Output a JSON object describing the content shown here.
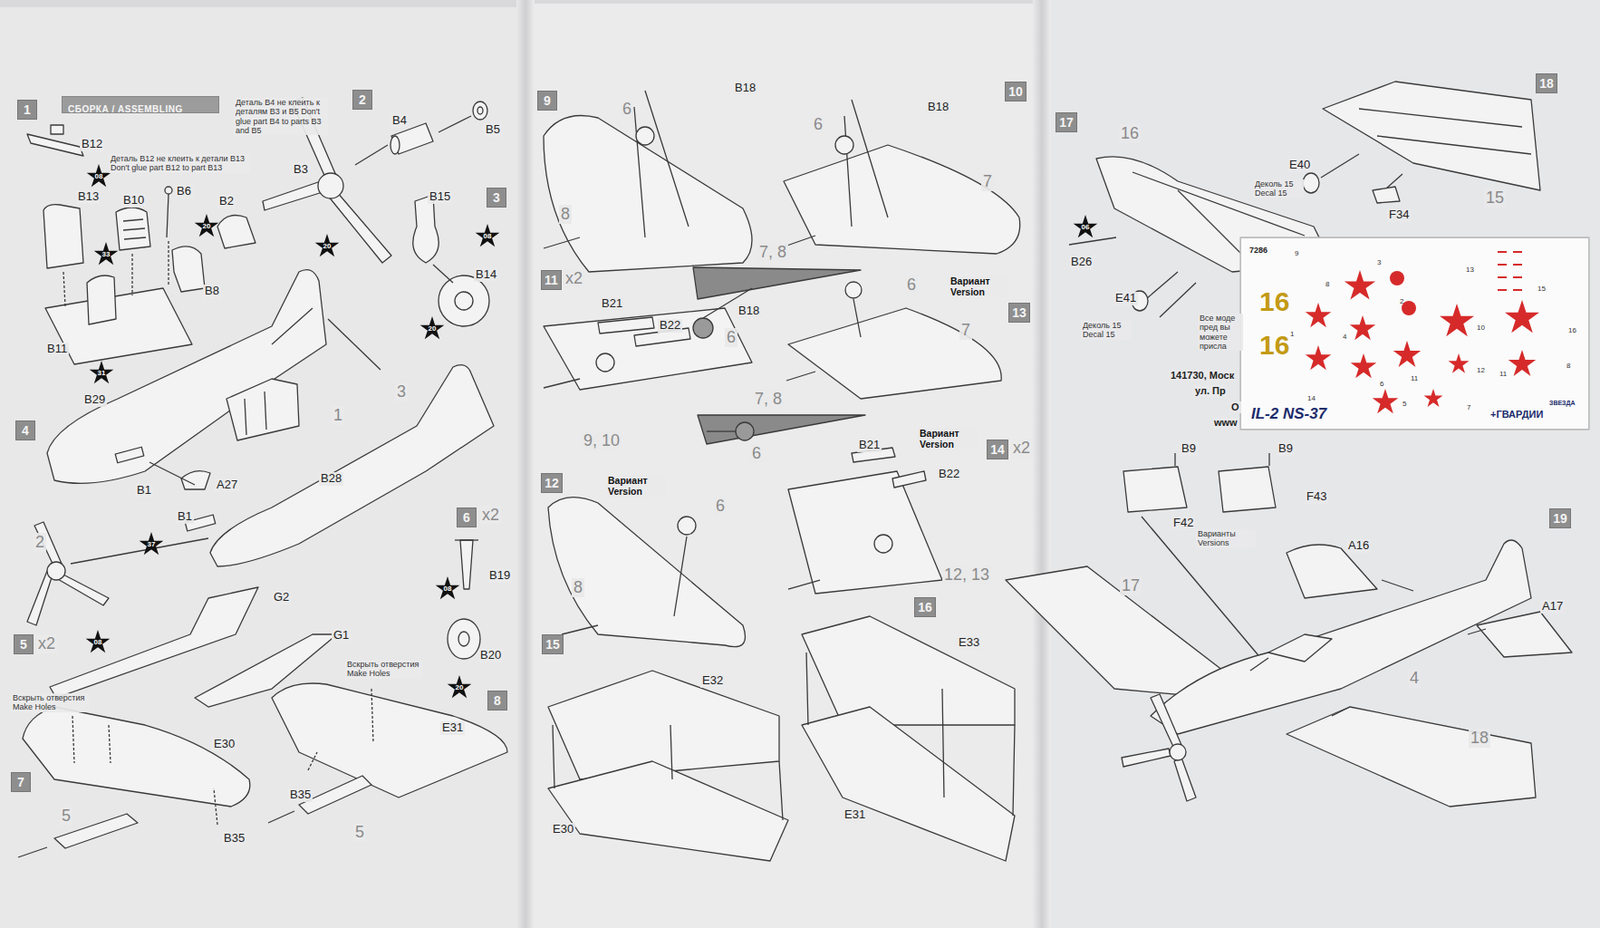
{
  "diagram": {
    "nodes": [
      {
        "text": [
          "СБОРКА / ASSEMBLING"
        ]
      },
      {
        "text": [
          "1"
        ]
      },
      {
        "text": [
          "2"
        ]
      },
      {
        "text": [
          "3"
        ]
      },
      {
        "text": [
          "4"
        ]
      },
      {
        "text": [
          "5"
        ]
      },
      {
        "text": [
          "6"
        ]
      },
      {
        "text": [
          "7"
        ]
      },
      {
        "text": [
          "8"
        ]
      },
      {
        "text": [
          "9"
        ]
      },
      {
        "text": [
          "10"
        ]
      },
      {
        "text": [
          "11"
        ]
      },
      {
        "text": [
          "12"
        ]
      },
      {
        "text": [
          "13"
        ]
      },
      {
        "text": [
          "14"
        ]
      },
      {
        "text": [
          "15"
        ]
      },
      {
        "text": [
          "16"
        ]
      },
      {
        "text": [
          "17"
        ]
      },
      {
        "text": [
          "18"
        ]
      },
      {
        "text": [
          "19"
        ]
      },
      {
        "text": [
          "08"
        ]
      },
      {
        "text": [
          "33"
        ]
      },
      {
        "text": [
          "20"
        ]
      },
      {
        "text": [
          "31"
        ]
      },
      {
        "text": [
          "20"
        ]
      },
      {
        "text": [
          "08"
        ]
      },
      {
        "text": [
          "20"
        ]
      },
      {
        "text": [
          "37"
        ]
      },
      {
        "text": [
          "08"
        ]
      },
      {
        "text": [
          "08"
        ]
      },
      {
        "text": [
          "20"
        ]
      },
      {
        "text": [
          "06"
        ]
      },
      {
        "text": [
          "7286",
          "9",
          "13",
          "16",
          "16",
          "8",
          "3",
          "2",
          "1",
          "4",
          "5",
          "6",
          "11",
          "12",
          "7",
          "14",
          "10",
          "15",
          "16",
          "8",
          "11",
          "IL-2 NS-37",
          "+ГВАРДИИ",
          "ЗВЕЗДА"
        ]
      }
    ],
    "labels": [
      "B12",
      "Деталь B12 не клеить к детали B13 Don't glue part B12 to part B13",
      "Деталь B4 не клеить к деталям B3 и B5 Don't glue part B4 to parts B3 and B5",
      "B13",
      "B10",
      "B6",
      "B2",
      "B8",
      "B11",
      "B4",
      "B5",
      "B3",
      "B15",
      "B14",
      "B29",
      "B1",
      "A27",
      "B1",
      "B28",
      "1",
      "3",
      "2",
      "x2",
      "B19",
      "B20",
      "x2",
      "G2",
      "G1",
      "Вскрыть отверстия Make Holes",
      "E30",
      "B35",
      "5",
      "Вскрыть отверстия Make Holes",
      "E31",
      "B35",
      "5",
      "B18",
      "6",
      "8",
      "B18",
      "6",
      "7",
      "x2",
      "7, 8",
      "B21",
      "B22",
      "B18",
      "6",
      "6",
      "Вариант Version",
      "7",
      "7, 8",
      "6",
      "9, 10",
      "Вариант Version",
      "B21",
      "B22",
      "x2",
      "Вариант Version",
      "6",
      "8",
      "12, 13",
      "E32",
      "E30",
      "E33",
      "E31",
      "16",
      "E40",
      "Деколь 15 Decal 15",
      "F34",
      "15",
      "B26",
      "E41",
      "Деколь 15 Decal 15",
      "Все моде пред вы можете присла",
      "141730, Моск",
      "ул. Пр",
      "O",
      "www",
      "B9",
      "B9",
      "F42",
      "F43",
      "Варианты Versions",
      "17",
      "A16",
      "A17",
      "4",
      "18"
    ]
  }
}
